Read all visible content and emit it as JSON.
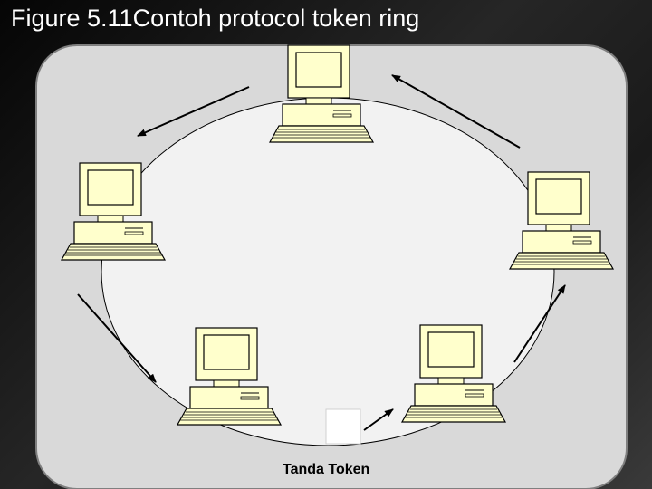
{
  "title": "Figure 5.11Contoh protocol token ring",
  "token_label": "Tanda Token",
  "colors": {
    "panel": "#d9d9d9",
    "ring": "#f2f2f2",
    "computer_fill": "#ffffcc",
    "outline": "#000000"
  },
  "nodes": [
    {
      "id": "computer-top",
      "icon": "computer-icon"
    },
    {
      "id": "computer-left",
      "icon": "computer-icon"
    },
    {
      "id": "computer-right",
      "icon": "computer-icon"
    },
    {
      "id": "computer-bottom-left",
      "icon": "computer-icon"
    },
    {
      "id": "computer-bottom-right",
      "icon": "computer-icon"
    }
  ]
}
